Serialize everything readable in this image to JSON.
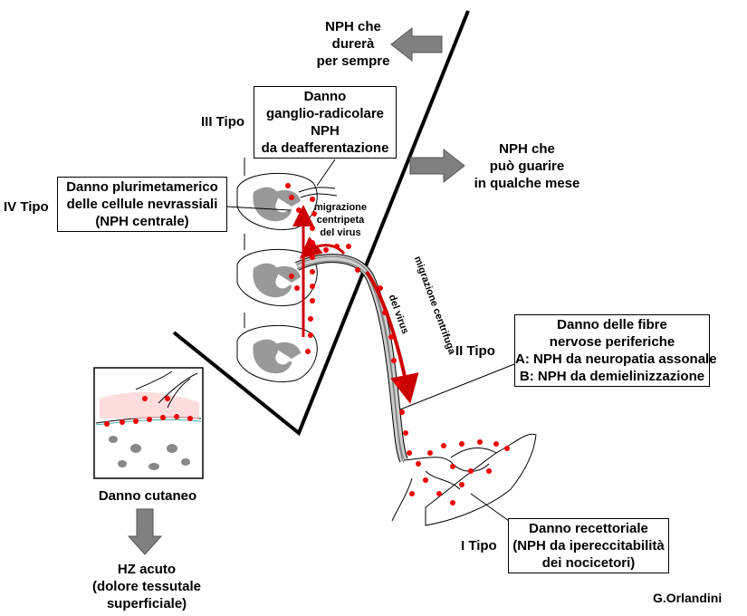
{
  "colors": {
    "arrow_red": "#cc0000",
    "dot_red": "#ee0000",
    "block_arrow_gray": "#7f7f7f",
    "outline": "#000000"
  },
  "labels": {
    "nph_forever": [
      "NPH che",
      "durerà",
      "per sempre"
    ],
    "nph_heal": [
      "NPH che",
      "può guarire",
      "in qualche mese"
    ],
    "hz_acuto": [
      "HZ acuto",
      "(dolore tessutale",
      "superficiale)"
    ],
    "danno_cutaneo": "Danno cutaneo",
    "migr_centripeta": [
      "migrazione",
      "centripeta",
      "del virus"
    ],
    "migr_centrifuga": "migrazione centrifuga",
    "del_virus": "del virus",
    "credit": "G.Orlandini"
  },
  "types": {
    "tipo3": {
      "label": "III Tipo",
      "box": [
        "Danno",
        "ganglio-radicolare",
        "NPH",
        "da deafferentazione"
      ]
    },
    "tipo4": {
      "label": "IV Tipo",
      "box": [
        "Danno plurimetamerico",
        "delle cellule nevrassiali",
        "(NPH centrale)"
      ]
    },
    "tipo2": {
      "label": "II Tipo",
      "box": [
        "Danno delle fibre",
        "nervose periferiche",
        "A: NPH da neuropatia assonale",
        "B: NPH da demielinizzazione"
      ]
    },
    "tipo1": {
      "label": "I Tipo",
      "box": [
        "Danno recettoriale",
        "(NPH da ipereccitabilità",
        "dei nocicetori)"
      ]
    }
  }
}
